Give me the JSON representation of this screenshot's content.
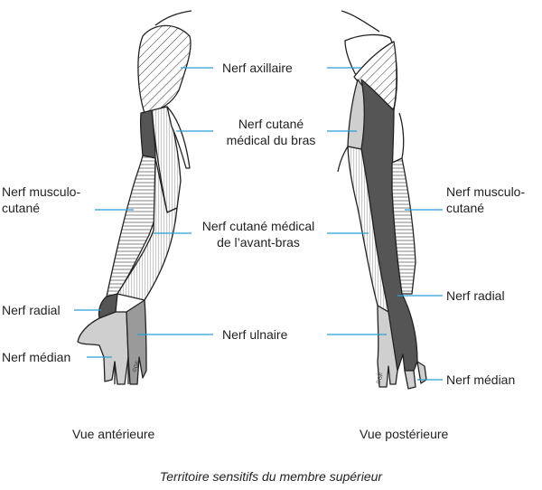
{
  "labels": {
    "axillaire": "Nerf axillaire",
    "cutane_bras_1": "Nerf cutané",
    "cutane_bras_2": "médical du bras",
    "musculo_left_1": "Nerf musculo-",
    "musculo_left_2": "cutané",
    "musculo_right_1": "Nerf musculo-",
    "musculo_right_2": "cutané",
    "cutane_avant_1": "Nerf cutané médical",
    "cutane_avant_2": "de l’avant-bras",
    "radial_left": "Nerf radial",
    "radial_right": "Nerf radial",
    "ulnaire": "Nerf ulnaire",
    "median_left": "Nerf médian",
    "median_right": "Nerf médian"
  },
  "views": {
    "anterior": "Vue antérieure",
    "posterior": "Vue postérieure"
  },
  "signature": "©GF",
  "caption": "Territoire sensitifs du membre supérieur",
  "colors": {
    "leader": "#2a9fd6",
    "dark_territory": "#555555",
    "medium_territory": "#9a9a9a",
    "light_territory": "#cfcfcf",
    "outline": "#222222"
  }
}
